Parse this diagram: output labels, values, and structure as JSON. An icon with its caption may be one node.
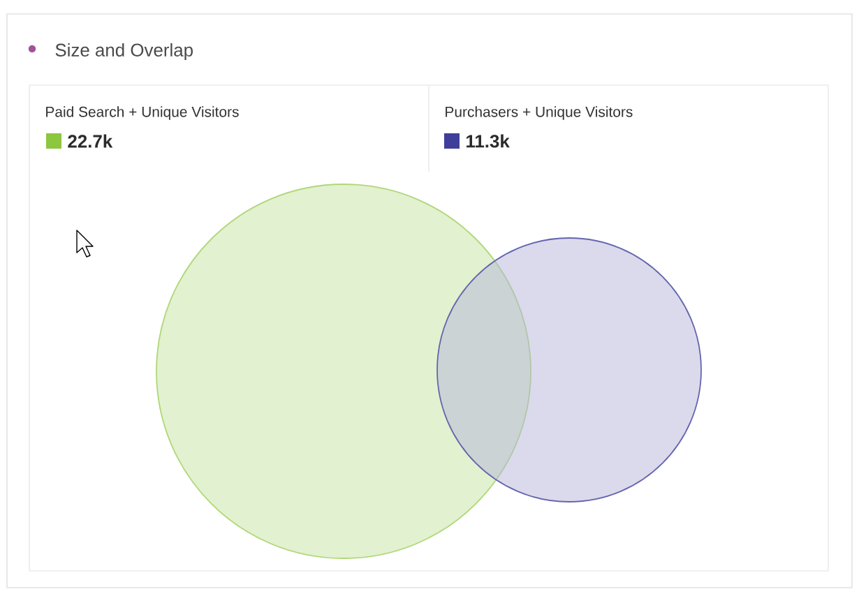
{
  "diagram": {
    "title": "Size and Overlap",
    "nodes": [
      {
        "text": [],
        "shape": "circle"
      },
      {
        "text": [],
        "shape": "circle"
      }
    ],
    "labels": [
      "Paid Search + Unique Visitors",
      "Purchasers + Unique Visitors"
    ],
    "legend": [
      {
        "text": "22.7k",
        "color": "#8dc63f"
      },
      {
        "text": "11.3k",
        "color": "#3f3f9b"
      }
    ]
  }
}
